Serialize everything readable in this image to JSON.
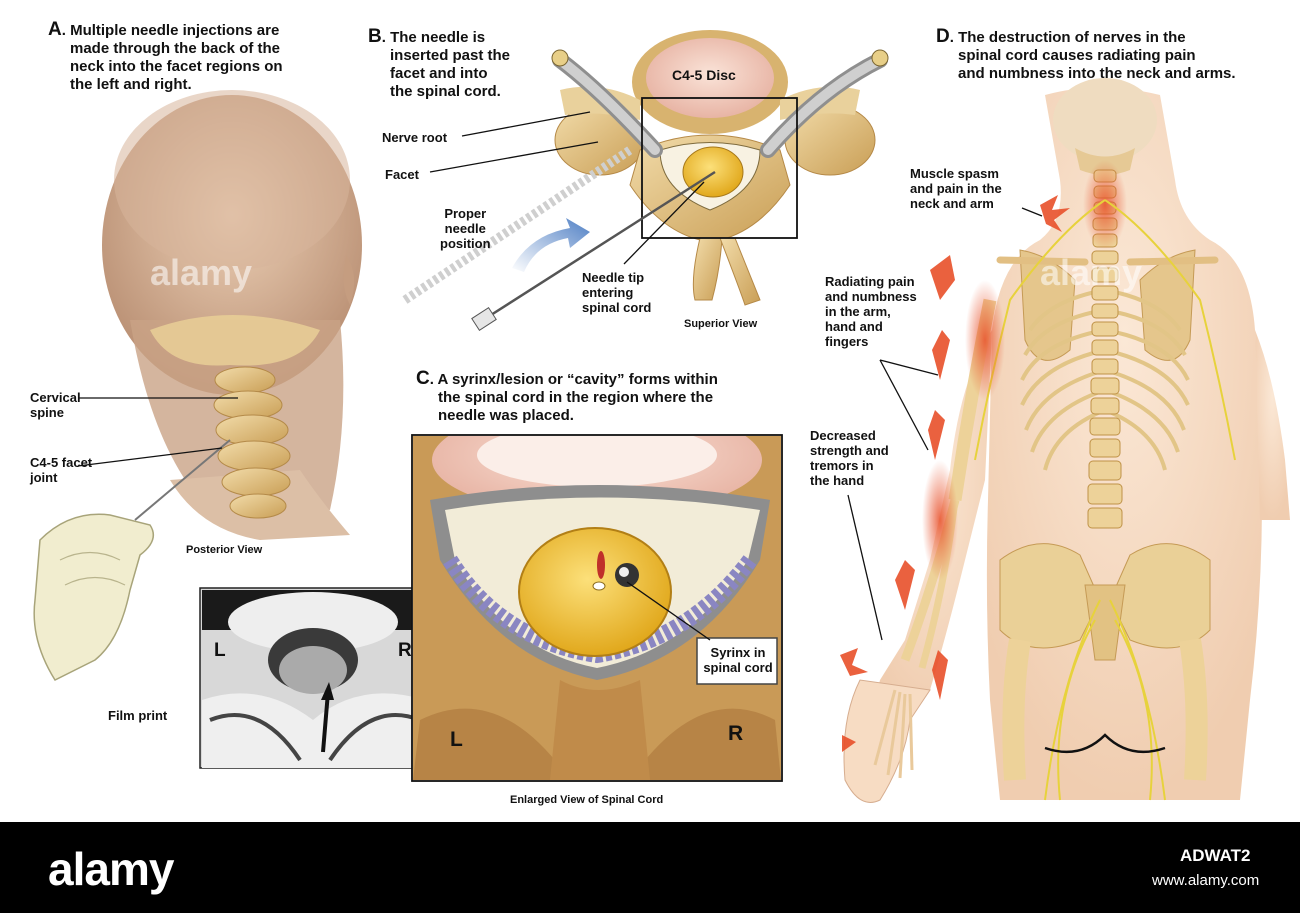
{
  "panels": {
    "a": {
      "letter": "A",
      "heading": [
        ". Multiple needle injections are",
        "made through the back of the",
        "neck into the facet regions on",
        "the left and right."
      ],
      "labels": {
        "cervical_spine": [
          "Cervical",
          "spine"
        ],
        "facet_joint": [
          "C4-5 facet",
          "joint"
        ]
      },
      "caption": "Posterior View",
      "film_caption": "Film print",
      "film_left": "L",
      "film_right": "R"
    },
    "b": {
      "letter": "B",
      "heading": [
        ". The needle is",
        "inserted past the",
        "facet and into",
        "the spinal cord."
      ],
      "disc_label": "C4-5 Disc",
      "labels": {
        "nerve_root": "Nerve root",
        "facet": "Facet",
        "proper_position": [
          "Proper",
          "needle",
          "position"
        ],
        "needle_tip": [
          "Needle tip",
          "entering",
          "spinal cord"
        ]
      },
      "caption": "Superior View"
    },
    "c": {
      "letter": "C",
      "heading": [
        ". A syrinx/lesion or “cavity” forms within",
        "the spinal cord in the region where the",
        "needle was placed."
      ],
      "syrinx_label": [
        "Syrinx in",
        "spinal cord"
      ],
      "left": "L",
      "right": "R",
      "caption": "Enlarged View of Spinal Cord"
    },
    "d": {
      "letter": "D",
      "heading": [
        ". The destruction of nerves in the",
        "spinal cord causes radiating pain",
        "and numbness into the neck and arms."
      ],
      "labels": {
        "spasm": [
          "Muscle spasm",
          "and pain in the",
          "neck and arm"
        ],
        "radiating": [
          "Radiating pain",
          "and numbness",
          "in the arm,",
          "hand and",
          "fingers"
        ],
        "strength": [
          "Decreased",
          "strength and",
          "tremors in",
          "the hand"
        ]
      }
    }
  },
  "watermark": {
    "ghost": "alamy",
    "footer_logo": "alamy",
    "image_id": "ADWAT2",
    "url": "www.alamy.com"
  },
  "colors": {
    "bone": "#e8cd8e",
    "skin": "#f6dcc4",
    "cord": "#f2c63a",
    "disc": "#f0c4b4",
    "pain": "#e8502a",
    "nerve": "#e7d23c"
  }
}
